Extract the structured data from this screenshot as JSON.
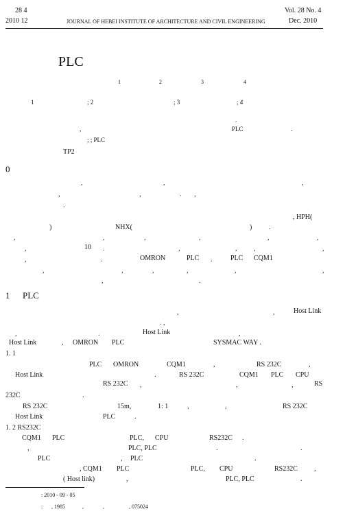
{
  "header": {
    "issue_left": "28 4",
    "date_left": "2010 12",
    "journal": "JOURNAL OF HEBEI INSTITUTE OF ARCHITECTURE AND CIVIL ENGINEERING",
    "vol_no": "Vol. 28 No. 4",
    "date_right": "Dec. 2010"
  },
  "title": "PLC",
  "authors": {
    "a1": "1",
    "a2": "2",
    "a3": "3",
    "a4": "4"
  },
  "affiliations": {
    "f1": "1",
    "f2": "; 2",
    "f3": "; 3",
    "f4": "; 4"
  },
  "abstract": {
    "l1": ".",
    "l2a": ",",
    "l2b": "PLC",
    "l2c": ".",
    "keywords": ";  ; PLC",
    "clc": "TP2"
  },
  "sec0": {
    "num": "0",
    "p1": [
      ",",
      ",",
      ",",
      ",",
      ",",
      ".",
      ",",
      "."
    ],
    "p2a": ", HPH(",
    "p2b": ")",
    "p2c": "NHX(",
    "p2d": ")",
    "p2e": ".",
    "p2_commas": [
      ",",
      ",",
      ",",
      ",",
      ",",
      ","
    ],
    "p3a": ",",
    "p3b": "10",
    "p3c": ".",
    "p3d": ",",
    "p3e": ",",
    "p3f": ",",
    "p3g": ",",
    "p4a": ",",
    "p4b": ".",
    "p4c": "OMRON",
    "p4d": "PLC",
    "p4e": ".",
    "p4f": "PLC",
    "p4g": "CQM1",
    "p5": [
      ",",
      ",",
      ",",
      ",",
      ",",
      ","
    ],
    "p6": [
      ",",
      "."
    ]
  },
  "sec1": {
    "num": "1",
    "title": "PLC",
    "l1a": ",",
    "l1b": ",",
    "l1c": "Host Link",
    "l2": ".  ,",
    "l3a": ",",
    "l3b": ".",
    "l3c": "Host Link",
    "l3d": ",",
    "l4a": "Host Link",
    "l4b": ",",
    "l4c": "OMRON",
    "l4d": "PLC",
    "l4e": "SYSMAC WAY .",
    "sub1": "1. 1",
    "s1l1a": "PLC",
    "s1l1b": "OMRON",
    "s1l1c": "CQM1",
    "s1l1d": ",",
    "s1l1e": "RS 232C",
    "s1l1f": ",",
    "s1l2a": "Host Link",
    "s1l2b": ".",
    "s1l2c": "RS 232C",
    "s1l2d": "CQM1",
    "s1l2e": "PLC",
    "s1l2f": "CPU",
    "s1l3a": "RS 232C",
    "s1l3b": ",",
    "s1l3c": ",",
    "s1l3d": ",",
    "s1l3e": "RS",
    "s1l4a": "232C",
    "s1l4b": ".",
    "s1l5a": "RS 232C",
    "s1l5b": "15m,",
    "s1l5c": "1: 1",
    "s1l5d": ",",
    "s1l5e": ",",
    "s1l5f": "RS 232C",
    "s1l6a": "Host Link",
    "s1l6b": "PLC",
    "s1l6c": ".",
    "sub2": "1. 2   RS232C",
    "s2l1a": "CQM1",
    "s2l1b": "PLC",
    "s2l1c": "PLC,",
    "s2l1d": "CPU",
    "s2l1e": "RS232C",
    "s2l1f": ".",
    "s2l2a": ",",
    "s2l2b": "PLC, PLC",
    "s2l2c": ".",
    "s2l2d": ".",
    "s2l3a": "PLC",
    "s2l3b": ",",
    "s2l3c": "PLC",
    "s2l3d": ".",
    "s2l4a": ", CQM1",
    "s2l4b": "PLC",
    "s2l4c": "PLC,",
    "s2l4d": "CPU",
    "s2l4e": "RS232C",
    "s2l4f": ",",
    "s2l5a": "( Host link)",
    "s2l5b": ",",
    "s2l5c": "PLC, PLC",
    "s2l5d": "."
  },
  "footnotes": {
    "received": ": 2010 - 09 - 05",
    "bio_a": ":",
    "bio_b": ", 1985",
    "bio_c": ",",
    "bio_d": ",",
    "bio_e": ", 075024"
  }
}
